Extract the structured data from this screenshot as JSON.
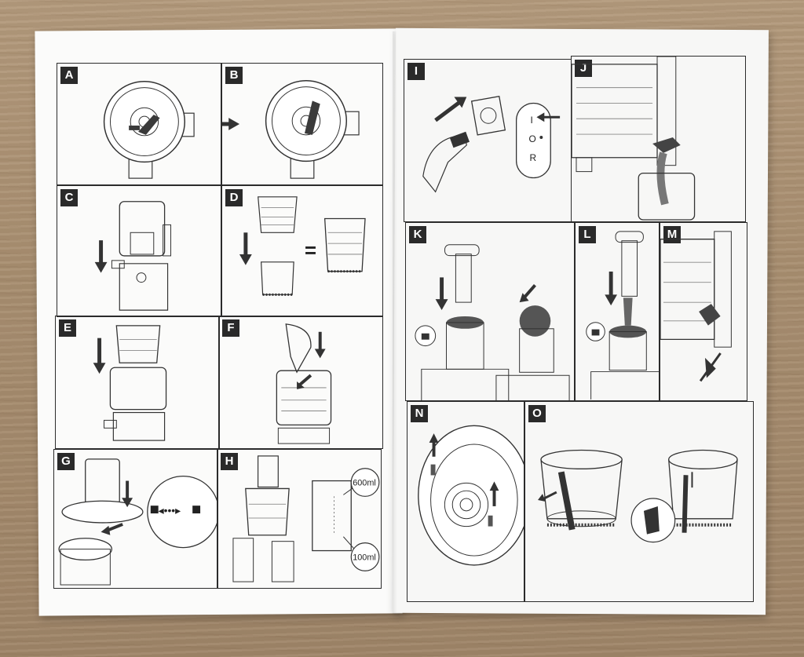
{
  "manual": {
    "steps": [
      {
        "id": "A"
      },
      {
        "id": "B"
      },
      {
        "id": "C"
      },
      {
        "id": "D"
      },
      {
        "id": "E"
      },
      {
        "id": "F"
      },
      {
        "id": "G"
      },
      {
        "id": "H"
      },
      {
        "id": "I"
      },
      {
        "id": "J"
      },
      {
        "id": "K"
      },
      {
        "id": "L"
      },
      {
        "id": "M"
      },
      {
        "id": "N"
      },
      {
        "id": "O"
      }
    ],
    "measure_600": "600ml",
    "measure_100": "100ml",
    "switch_top": "I",
    "switch_mid": "O",
    "switch_bottom": "R",
    "equals_sign": "="
  },
  "colors": {
    "wood": "#a88e70",
    "paper": "#fbfbfa",
    "ink": "#2b2b2b",
    "accent_gray": "#555555"
  }
}
